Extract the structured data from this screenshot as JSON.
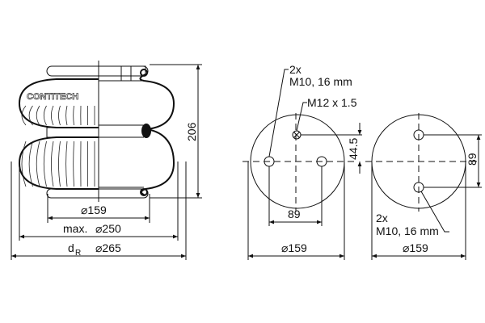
{
  "side_view": {
    "brand": "CONTITECH",
    "height_label": "206",
    "diameter_piston": "⌀159",
    "diameter_max_prefix": "max.",
    "diameter_max": "⌀250",
    "diameter_dr_prefix": "d",
    "diameter_dr_sub": "R",
    "diameter_dr": "⌀265"
  },
  "top_plate": {
    "bolt_count": "2x",
    "bolt_spec": "M10, 16 mm",
    "air_inlet": "M12 x 1.5",
    "offset_label": "44.5",
    "bolt_spacing": "89",
    "diameter": "⌀159"
  },
  "bottom_plate": {
    "bolt_count": "2x",
    "bolt_spec": "M10, 16 mm",
    "bolt_spacing": "89",
    "diameter": "⌀159"
  }
}
